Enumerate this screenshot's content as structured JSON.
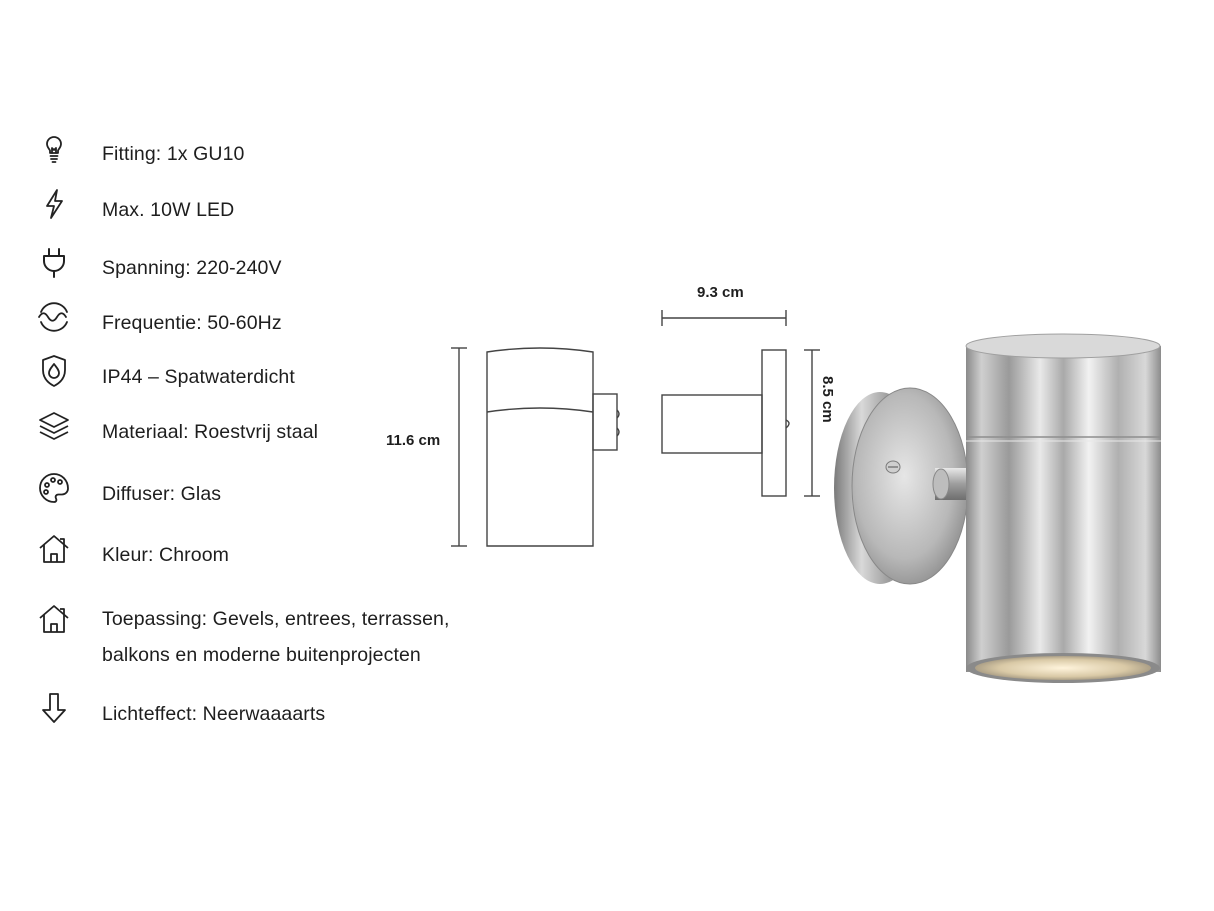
{
  "specs": [
    {
      "icon": "light-bulb-icon",
      "text": "Fitting: 1x GU10"
    },
    {
      "icon": "lightning-icon",
      "text": "Max. 10W LED"
    },
    {
      "icon": "plug-icon",
      "text": "Spanning: 220-240V"
    },
    {
      "icon": "frequency-wave-icon",
      "text": "Frequentie: 50-60Hz"
    },
    {
      "icon": "water-shield-icon",
      "text": "IP44 – Spatwaterdicht"
    },
    {
      "icon": "layers-icon",
      "text": "Materiaal: Roestvrij staal"
    },
    {
      "icon": "palette-icon",
      "text": "Diffuser: Glas"
    },
    {
      "icon": "house-icon",
      "text": "Kleur: Chroom"
    },
    {
      "icon": "house-icon",
      "text_lines": [
        "Toepassing: Gevels, entrees, terrassen,",
        "balkons en moderne buitenprojecten"
      ]
    },
    {
      "icon": "arrow-down-icon",
      "text": "Lichteffect: Neerwaaaarts"
    }
  ],
  "dimensions": {
    "height": "11.6 cm",
    "depth": "9.3 cm",
    "plate": "8.5 cm"
  }
}
